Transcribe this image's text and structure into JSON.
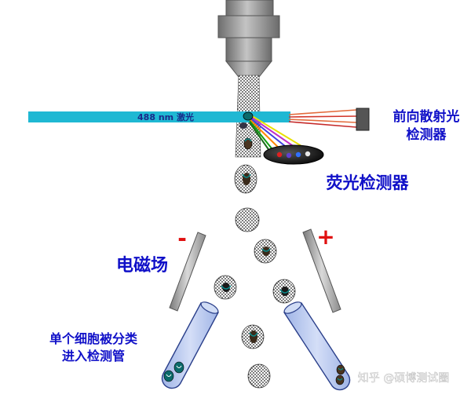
{
  "laser": {
    "label": "488 nm 激光",
    "color": "#1fb8d3"
  },
  "forward_detector": {
    "line1": "前向散射光",
    "line2": "检测器"
  },
  "fluorescence_detector": {
    "label": "荧光检测器"
  },
  "field": {
    "label": "电磁场",
    "negative": "-",
    "positive": "+",
    "sign_color": "#e01010"
  },
  "tubes": {
    "line1": "单个细胞被分类",
    "line2": "进入检测管"
  },
  "watermark": "知乎 @硕博测试圈",
  "colors": {
    "label_blue": "#1010c8",
    "nozzle": "#8f8f8f",
    "tube_fill": "#b7c8ee"
  }
}
